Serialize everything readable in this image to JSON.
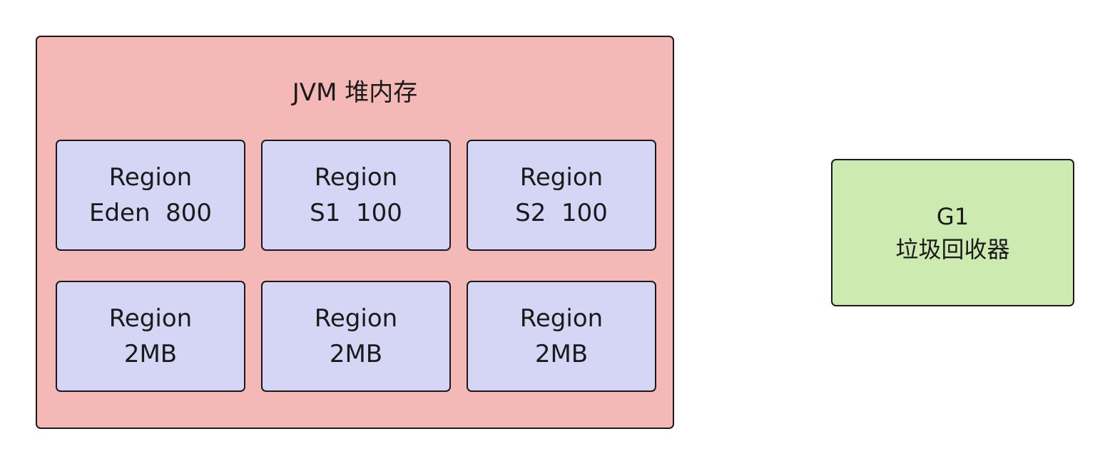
{
  "heap": {
    "title": "JVM 堆内存",
    "regions": [
      {
        "line1": "Region",
        "line2": "Eden  800"
      },
      {
        "line1": "Region",
        "line2": "S1  100"
      },
      {
        "line1": "Region",
        "line2": "S2  100"
      },
      {
        "line1": "Region",
        "line2": "2MB"
      },
      {
        "line1": "Region",
        "line2": "2MB"
      },
      {
        "line1": "Region",
        "line2": "2MB"
      }
    ]
  },
  "collector": {
    "line1": "G1",
    "line2": "垃圾回收器"
  },
  "colors": {
    "heap_fill": "#f4b8b7",
    "region_fill": "#d5d6f5",
    "collector_fill": "#cdeab0",
    "stroke": "#1a1a1a"
  }
}
